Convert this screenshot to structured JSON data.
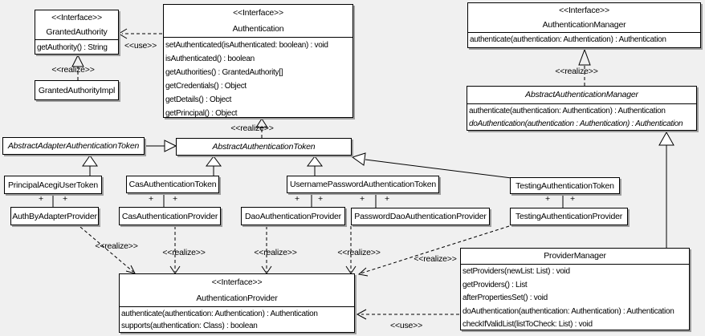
{
  "colors": {
    "background": "#f0f0f0",
    "box_fill": "#ffffff",
    "line": "#000000",
    "shadow": "#9e9e9e"
  },
  "edge_labels": {
    "realize": "<<realize>>",
    "use": "<<use>>",
    "plus": "+"
  },
  "classes": [
    {
      "id": "granted-authority",
      "stereotype": "<<Interface>>",
      "name": "GrantedAuthority",
      "methods": [
        "getAuthority() : String"
      ]
    },
    {
      "id": "authentication",
      "stereotype": "<<Interface>>",
      "name": "Authentication",
      "methods": [
        "setAuthenticated(isAuthenticated: boolean) : void",
        "isAuthenticated() : boolean",
        "getAuthorities() : GrantedAuthority[]",
        "getCredentials() : Object",
        "getDetails() : Object",
        "getPrincipal() : Object"
      ]
    },
    {
      "id": "authentication-manager",
      "stereotype": "<<Interface>>",
      "name": "AuthenticationManager",
      "methods": [
        "authenticate(authentication: Authentication) : Authentication"
      ]
    },
    {
      "id": "granted-authority-impl",
      "name": "GrantedAuthorityImpl"
    },
    {
      "id": "abstract-authentication-manager",
      "name": "AbstractAuthenticationManager",
      "methods": [
        "authenticate(authentication: Authentication) : Authentication",
        "doAuthentication(authentication : Authentication) : Authentication"
      ]
    },
    {
      "id": "abstract-adapter-authentication-token",
      "name": "AbstractAdapterAuthenticationToken"
    },
    {
      "id": "abstract-authentication-token",
      "name": "AbstractAuthenticationToken"
    },
    {
      "id": "principal-acegi-user-token",
      "name": "PrincipalAcegiUserToken"
    },
    {
      "id": "cas-authentication-token",
      "name": "CasAuthenticationToken"
    },
    {
      "id": "username-password-authentication-token",
      "name": "UsernamePasswordAuthenticationToken"
    },
    {
      "id": "testing-authentication-token",
      "name": "TestingAuthenticationToken"
    },
    {
      "id": "auth-by-adapter-provider",
      "name": "AuthByAdapterProvider"
    },
    {
      "id": "cas-authentication-provider",
      "name": "CasAuthenticationProvider"
    },
    {
      "id": "dao-authentication-provider",
      "name": "DaoAuthenticationProvider"
    },
    {
      "id": "password-dao-authentication-provider",
      "name": "PasswordDaoAuthenticationProvider"
    },
    {
      "id": "testing-authentication-provider",
      "name": "TestingAuthenticationProvider"
    },
    {
      "id": "authentication-provider",
      "stereotype": "<<Interface>>",
      "name": "AuthenticationProvider",
      "methods": [
        "authenticate(authentication: Authentication) : Authentication",
        "supports(authentication: Class) : boolean"
      ]
    },
    {
      "id": "provider-manager",
      "name": "ProviderManager",
      "methods": [
        "setProviders(newList: List) : void",
        "getProviders() : List",
        "afterPropertiesSet() : void",
        "doAuthentication(authentication: Authentication) : Authentication",
        "checkIfValidList(listToCheck: List) : void"
      ]
    }
  ]
}
